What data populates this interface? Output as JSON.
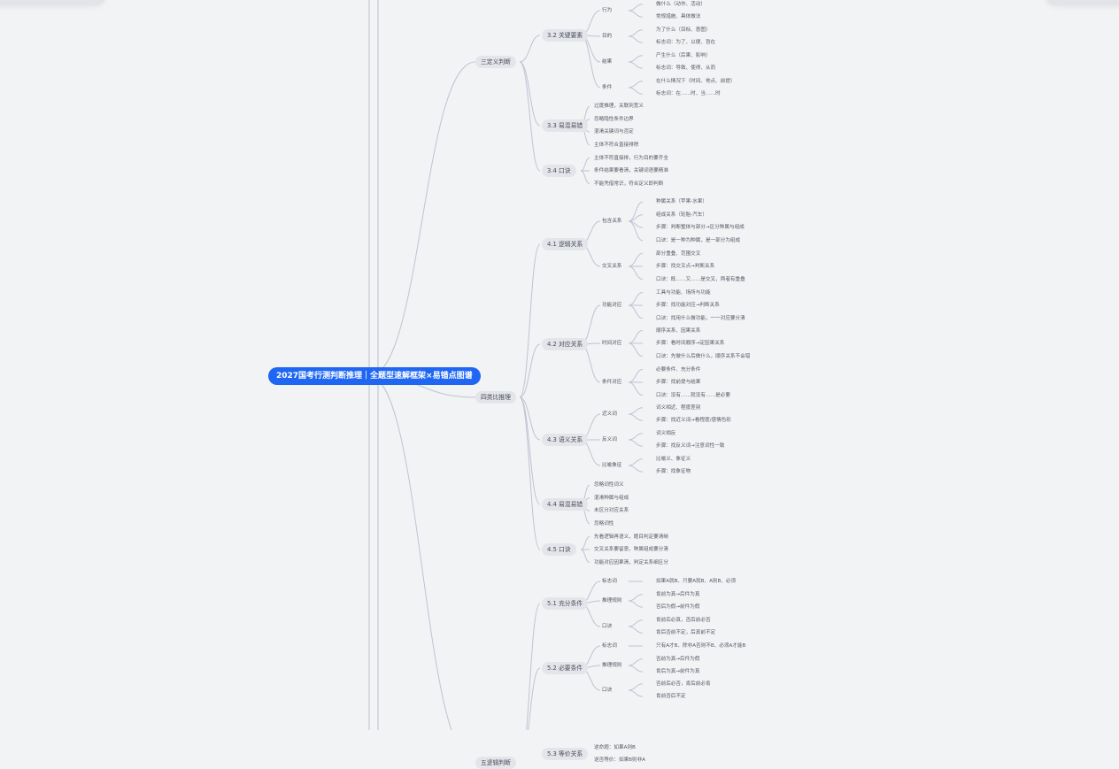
{
  "root": {
    "label": "2027国考行测判断推理｜全题型速解框架×易错点图谱"
  },
  "sections": [
    {
      "id": "s3",
      "label": "三定义判断",
      "children": [
        {
          "label": "3.2 关键要素",
          "children": [
            {
              "label": "行为",
              "children": [
                "做什么（动作、活动）",
                "常规措施、具体做法"
              ]
            },
            {
              "label": "目的",
              "children": [
                "为了什么（目标、意图）",
                "标志词：为了、以便、旨在"
              ]
            },
            {
              "label": "结果",
              "children": [
                "产生什么（后果、影响）",
                "标志词：导致、使得、从而"
              ]
            },
            {
              "label": "条件",
              "children": [
                "在什么情况下（时间、地点、前提）",
                "标志词：在……时、当……时"
              ]
            }
          ]
        },
        {
          "label": "3.3 易混易错",
          "children": [
            "过度推理，关联到宽义",
            "忽略隐性条件边界",
            "混淆关键词与否定",
            "主体不符合直接排除"
          ]
        },
        {
          "label": "3.4 口诀",
          "children": [
            "主体不符直接排，行为目的要齐全",
            "条件结果要看清，关键词语要精准",
            "不能凭借常识，符合定义即判断"
          ]
        }
      ]
    },
    {
      "id": "s4",
      "label": "四类比推理",
      "children": [
        {
          "label": "4.1 逻辑关系",
          "children": [
            {
              "label": "包含关系",
              "children": [
                "种属关系（苹果-水果）",
                "组成关系（轮胎-汽车）",
                "步骤：判断整体与部分→区分种属与组成",
                "口诀：是一种为种属，是一部分为组成"
              ]
            },
            {
              "label": "交叉关系",
              "children": [
                "部分重叠、范围交叉",
                "步骤：找交叉点→判断关系",
                "口诀：既……又……是交叉，两者有重叠"
              ]
            }
          ]
        },
        {
          "label": "4.2 对应关系",
          "children": [
            {
              "label": "功能对应",
              "children": [
                "工具与功能、场所与功能",
                "步骤：找功能对应→判断关系",
                "口诀：找用什么做功能，一一对应要分清"
              ]
            },
            {
              "label": "时间对应",
              "children": [
                "顺序关系、因果关系",
                "步骤：看时间顺序→定因果关系",
                "口诀：先做什么后做什么，顺序关系不会错"
              ]
            },
            {
              "label": "条件对应",
              "children": [
                "必要条件、充分条件",
                "步骤：找前提与结果",
                "口诀：没有……就没有……是必要"
              ]
            }
          ]
        },
        {
          "label": "4.3 语义关系",
          "children": [
            {
              "label": "近义词",
              "children": [
                "词义相近、程度差别",
                "步骤：找近义词→看程度/感情色彩"
              ]
            },
            {
              "label": "反义词",
              "children": [
                "词义相反",
                "步骤：找反义词→注意词性一致"
              ]
            },
            {
              "label": "比喻象征",
              "children": [
                "比喻义、象征义",
                "步骤：找象征物"
              ]
            }
          ]
        },
        {
          "label": "4.4 易混易错",
          "children": [
            "忽略词性词义",
            "混淆种属与组成",
            "未区分对应关系",
            "忽略词性"
          ]
        },
        {
          "label": "4.5 口诀",
          "children": [
            "先看逻辑再语义，题目判定要清晰",
            "交叉关系要留意，种属组成要分清",
            "功能对应因果清，判定关系细区分"
          ]
        }
      ]
    },
    {
      "id": "s5",
      "label": "五逻辑判断",
      "children": [
        {
          "label": "5.1 充分条件",
          "children": [
            {
              "label": "标志词",
              "children": [
                "如果A就B、只要A就B、A则B、必须"
              ]
            },
            {
              "label": "推理规则",
              "children": [
                "肯前为真→后件为真",
                "否后为假→前件为假"
              ]
            },
            {
              "label": "口诀",
              "children": [
                "肯前后必真，否后前必否",
                "肯后否前不定，后真前不定"
              ]
            }
          ]
        },
        {
          "label": "5.2 必要条件",
          "children": [
            {
              "label": "标志词",
              "children": [
                "只有A才B、除非A否则不B、必须A才能B"
              ]
            },
            {
              "label": "推理规则",
              "children": [
                "否前为真→后件为假",
                "肯后为真→前件为真"
              ]
            },
            {
              "label": "口诀",
              "children": [
                "否前后必否，肯后前必肯",
                "肯前否后不定"
              ]
            }
          ]
        },
        {
          "label": "5.3 等价关系",
          "children": [
            "逆命题：如果A则B",
            "逆否等价：如果B则非A"
          ]
        }
      ]
    }
  ]
}
